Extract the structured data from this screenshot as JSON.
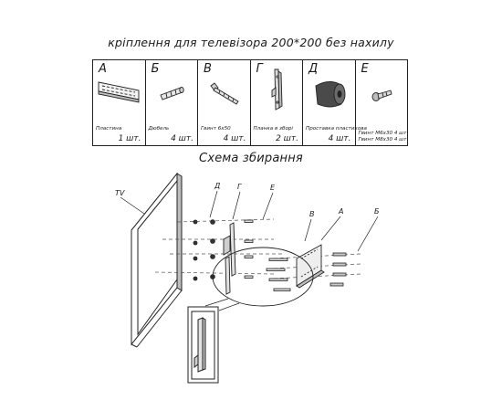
{
  "document": {
    "title": "кріплення для телевізора 200*200 без нахилу",
    "schema_title": "Схема збирання"
  },
  "parts": [
    {
      "letter": "А",
      "name": "Пластина",
      "qty": "1 шт."
    },
    {
      "letter": "Б",
      "name": "Дюбель",
      "qty": "4 шт."
    },
    {
      "letter": "В",
      "name": "Гвинт 6x50",
      "qty": "4 шт."
    },
    {
      "letter": "Г",
      "name": "Планка в зборі",
      "qty": "2 шт."
    },
    {
      "letter": "Д",
      "name": "Проставка пластикова",
      "qty": "4 шт."
    },
    {
      "letter": "Е",
      "name": "Гвинт М6x30  4 шт",
      "name2": "Гвинт М8x30 4 шт"
    }
  ],
  "diagram": {
    "tv_label": "TV",
    "callouts": {
      "d": "Д",
      "g": "Г",
      "e": "Е",
      "v": "В",
      "a": "А",
      "b": "Б"
    }
  }
}
